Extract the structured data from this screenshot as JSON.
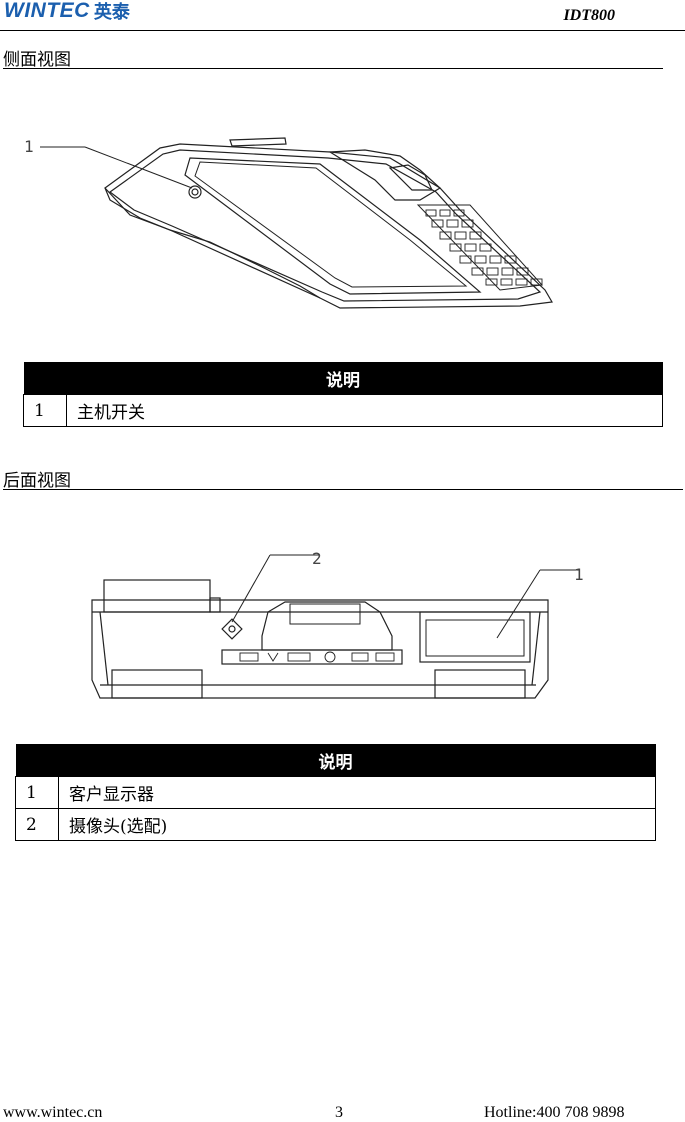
{
  "header": {
    "brand_latin": "WINTEC",
    "brand_cn": "英泰",
    "model": "IDT800"
  },
  "side_view": {
    "title": "侧面视图",
    "callouts": [
      "1"
    ],
    "table": {
      "header": "说明",
      "rows": [
        {
          "num": "1",
          "desc": "主机开关"
        }
      ]
    }
  },
  "rear_view": {
    "title": "后面视图",
    "callouts": [
      "1",
      "2"
    ],
    "table": {
      "header": "说明",
      "rows": [
        {
          "num": "1",
          "desc": "客户显示器"
        },
        {
          "num": "2",
          "desc": "摄像头(选配)"
        }
      ]
    }
  },
  "footer": {
    "website": "www.wintec.cn",
    "page": "3",
    "hotline": "Hotline:400 708 9898"
  }
}
